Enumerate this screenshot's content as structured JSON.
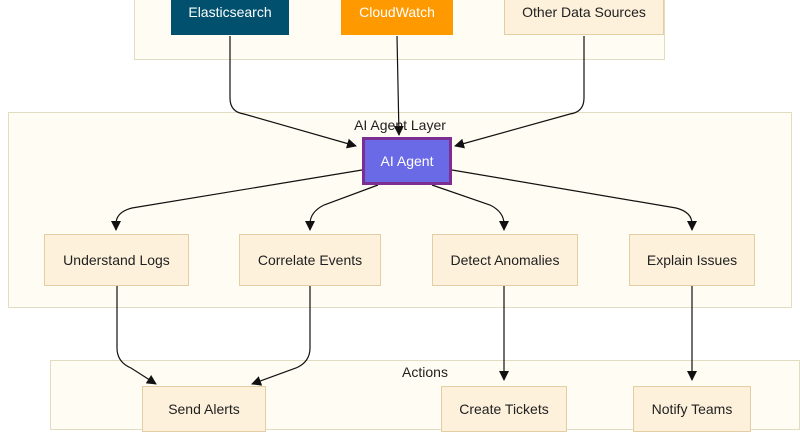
{
  "sources": {
    "elasticsearch": "Elasticsearch",
    "cloudwatch": "CloudWatch",
    "other": "Other Data Sources"
  },
  "agent_layer": {
    "title": "AI Agent Layer",
    "agent": "AI Agent",
    "capabilities": [
      "Understand Logs",
      "Correlate Events",
      "Detect Anomalies",
      "Explain Issues"
    ]
  },
  "actions": {
    "title": "Actions",
    "items": [
      "Send Alerts",
      "Create Tickets",
      "Notify Teams"
    ]
  },
  "colors": {
    "elasticsearch": "#00506e",
    "cloudwatch": "#ff9900",
    "agent_fill": "#6a6ae6",
    "agent_border": "#7c2e91",
    "node_fill": "#fdf1dc",
    "cluster_fill": "#fffcf3"
  }
}
